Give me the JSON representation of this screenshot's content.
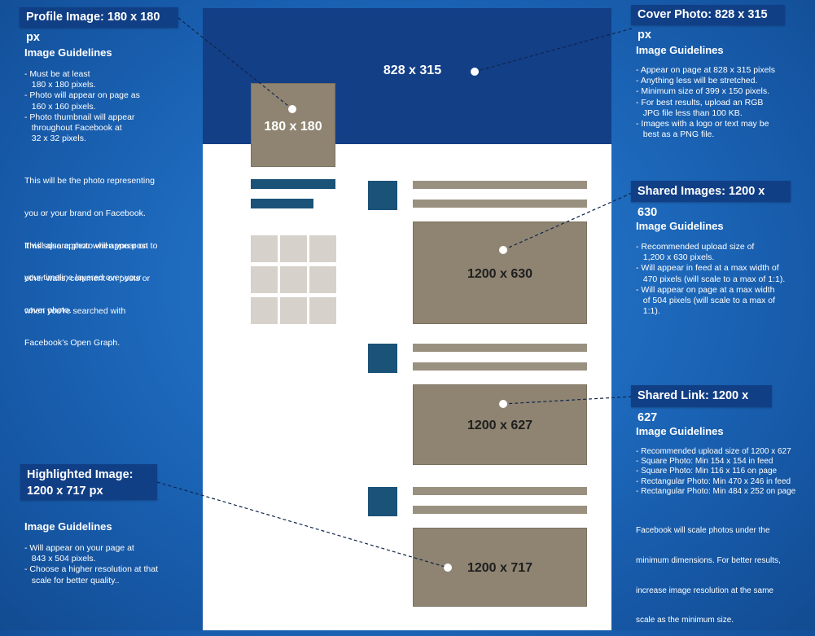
{
  "profile": {
    "title": "Profile Image: 180 x 180 px",
    "guidelines_heading": "Image Guidelines",
    "bullets": [
      "- Must be at least",
      "   180 x 180 pixels.",
      "- Photo will appear on page as",
      "   160 x 160 pixels.",
      "- Photo thumbnail will appear",
      "   throughout Facebook at",
      "   32 x 32 pixels."
    ],
    "paragraph1": [
      "This will be the photo representing",
      "you or your brand on Facebook.",
      "This square photo will appear on",
      "your timeline layered over your",
      "cover photo."
    ],
    "paragraph2": [
      "It will also appear when you post to",
      "other walls, comment on posts or",
      "when you’re searched with",
      "Facebook’s Open Graph."
    ]
  },
  "highlighted": {
    "title_line1": "Highlighted Image:",
    "title_line2": "1200 x 717 px",
    "guidelines_heading": "Image Guidelines",
    "bullets": [
      "- Will appear on your page at",
      "   843 x 504 pixels.",
      "- Choose a higher resolution at that",
      "   scale for better quality.."
    ]
  },
  "cover": {
    "title": "Cover Photo: 828 x 315 px",
    "guidelines_heading": "Image Guidelines",
    "bullets": [
      "- Appear on page at 828 x 315 pixels",
      "- Anything less will be stretched.",
      "- Minimum size of 399 x 150 pixels.",
      "- For best results, upload an RGB",
      "   JPG file less than 100 KB.",
      "- Images with a logo or text may be",
      "   best as a PNG file."
    ]
  },
  "shared_images": {
    "title": "Shared Images: 1200 x 630",
    "guidelines_heading": "Image Guidelines",
    "bullets": [
      "- Recommended upload size of",
      "   1,200 x 630 pixels.",
      "- Will appear in feed at a max width of",
      "   470 pixels (will scale to a max of 1:1).",
      "- Will appear on page at a max width",
      "   of 504 pixels (will scale to a max of",
      "   1:1)."
    ]
  },
  "shared_link": {
    "title": "Shared Link: 1200 x 627",
    "guidelines_heading": "Image Guidelines",
    "bullets": [
      "- Recommended upload size of 1200 x 627",
      "- Square Photo: Min 154 x 154 in feed",
      "- Square Photo: Min 116 x 116 on page",
      "- Rectangular Photo: Min 470 x 246 in feed",
      "- Rectangular Photo: Min 484 x 252 on page"
    ],
    "paragraph": [
      "Facebook will scale photos under the",
      "minimum dimensions. For better results,",
      "increase image resolution at the same",
      "scale as the minimum size."
    ]
  },
  "mockup": {
    "cover_label": "828 x 315",
    "profile_label": "180 x 180",
    "shared_image_label": "1200 x 630",
    "shared_link_label": "1200 x 627",
    "highlighted_label": "1200 x 717"
  },
  "colors": {
    "background": "#1d68bb",
    "label_pill": "#113f86",
    "cover_band": "#133f87",
    "placeholder_tan": "#8f8472",
    "post_square": "#1a5278"
  }
}
